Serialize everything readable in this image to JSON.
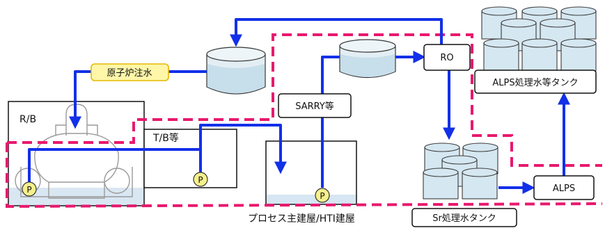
{
  "labels": {
    "injection": "原子炉注水",
    "rb": "R/B",
    "tb": "T/B等",
    "sarry": "SARRY等",
    "ro": "RO",
    "alps_tank": "ALPS処理水等タンク",
    "alps": "ALPS",
    "process_building": "プロセス主建屋/HTI建屋",
    "sr_tank": "Sr処理水タンク",
    "pump": "P"
  },
  "colors": {
    "flow": "#1230e8",
    "boundary": "#e8186e",
    "injection_fill": "#fff6a8",
    "injection_border": "#e6b800",
    "pump_fill": "#f5f08a",
    "tank_side": "#cfe3ee",
    "tank_top": "#e2f0f6",
    "water": "#bfd8ea"
  }
}
